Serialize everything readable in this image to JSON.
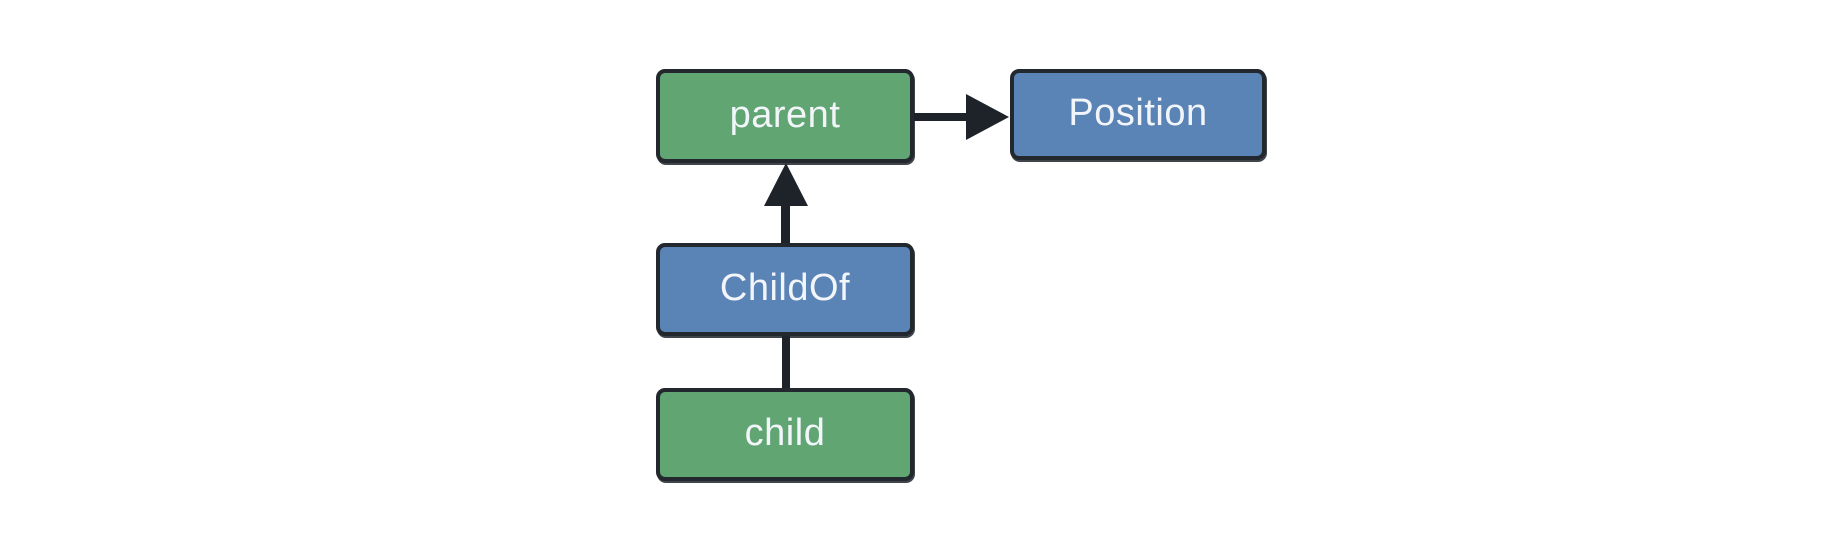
{
  "diagram": {
    "nodes": [
      {
        "id": "parent",
        "label": "parent",
        "fill": "green"
      },
      {
        "id": "Position",
        "label": "Position",
        "fill": "blue"
      },
      {
        "id": "ChildOf",
        "label": "ChildOf",
        "fill": "blue"
      },
      {
        "id": "child",
        "label": "child",
        "fill": "green"
      }
    ],
    "edges": [
      {
        "from": "parent",
        "to": "Position",
        "style": "arrow",
        "direction": "right"
      },
      {
        "from": "ChildOf",
        "to": "parent",
        "style": "arrow",
        "direction": "up"
      },
      {
        "from": "child",
        "to": "ChildOf",
        "style": "line",
        "direction": "up"
      }
    ]
  },
  "colors": {
    "background": "#ffffff",
    "green": "#60a572",
    "blue": "#5b84b6",
    "border": "#23272e",
    "line": "#1e2329",
    "text": "#f2f5f9"
  }
}
